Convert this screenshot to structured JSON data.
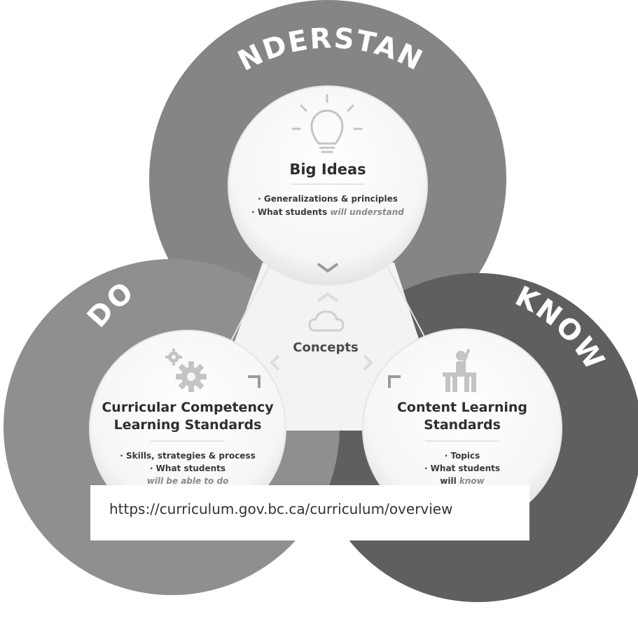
{
  "rings": {
    "understand": {
      "title": "UNDERSTAND"
    },
    "do": {
      "title": "DO"
    },
    "know": {
      "title": "KNOW"
    }
  },
  "big_ideas": {
    "title": "Big Ideas",
    "bullet1": "· Generalizations & principles",
    "bullet2_prefix": "· What students ",
    "bullet2_emphasis": "will understand"
  },
  "concepts": {
    "label": "Concepts"
  },
  "curricular": {
    "title_line1": "Curricular Competency",
    "title_line2": "Learning Standards",
    "bullet1": "· Skills, strategies & process",
    "bullet2": "· What students",
    "bullet3": "will be able to do"
  },
  "content": {
    "title_line1": "Content Learning",
    "title_line2": "Standards",
    "bullet1": "· Topics",
    "bullet2": "· What students",
    "bullet3_prefix": "will ",
    "bullet3_emphasis": "know"
  },
  "source": {
    "url": "https://curriculum.gov.bc.ca/curriculum/overview"
  },
  "colors": {
    "understand_ring": "#858585",
    "do_ring": "#8f8f8f",
    "know_ring": "#5f5f5f",
    "inner_circle": "#fafafa",
    "icon": "#c4c4c4"
  }
}
